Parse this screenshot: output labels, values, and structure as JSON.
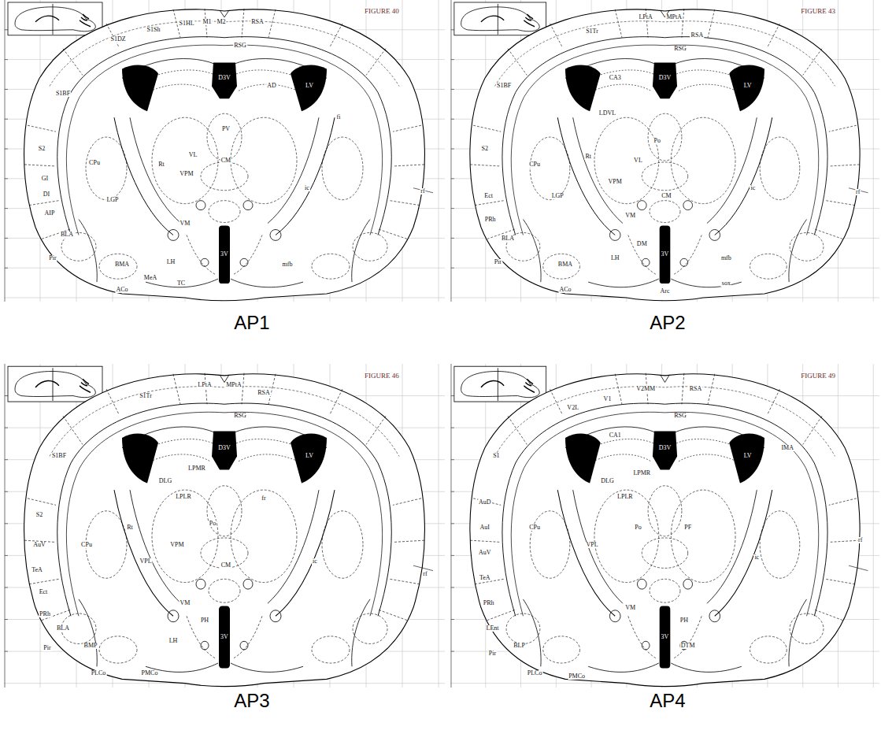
{
  "diagram": {
    "labels": [
      "FIGURE 40",
      "S1DZ",
      "S1Sh",
      "S1HL",
      "M1",
      "M2",
      "RSA",
      "RSG",
      "S1BF",
      "S2",
      "GI",
      "DI",
      "AIP",
      "CPu",
      "LV",
      "D3V",
      "PV",
      "CM",
      "VPM",
      "VL",
      "Rt",
      "LGP",
      "BLA",
      "Pir",
      "VM",
      "LH",
      "3V",
      "TC",
      "BMA",
      "ACo",
      "ic",
      "mfb",
      "rf",
      "AD",
      "fi",
      "MeA",
      "AP1",
      "FIGURE 43",
      "LPtA",
      "MPtA",
      "S1Tr",
      "RSA",
      "RSG",
      "S1BF",
      "S2",
      "Ect",
      "PRh",
      "CPu",
      "LV",
      "D3V",
      "CA3",
      "LDVL",
      "VPM",
      "VL",
      "Po",
      "CM",
      "Rt",
      "LGP",
      "BLA",
      "Pir",
      "BMA",
      "VM",
      "LH",
      "DM",
      "3V",
      "ACo",
      "mfb",
      "ic",
      "rf",
      "Arc",
      "sox",
      "AP2",
      "FIGURE 46",
      "S1Tr",
      "LPtA",
      "MPtA",
      "RSA",
      "RSG",
      "S1BF",
      "S2",
      "AuV",
      "TeA",
      "Ect",
      "PRh",
      "CPu",
      "LV",
      "D3V",
      "DLG",
      "LPLR",
      "LPMR",
      "Po",
      "VPM",
      "VPL",
      "CM",
      "Rt",
      "BLA",
      "Pir",
      "BMP",
      "PLCo",
      "PMCo",
      "VM",
      "LH",
      "PH",
      "3V",
      "ic",
      "rf",
      "fr",
      "AP3",
      "FIGURE 49",
      "V2L",
      "V1",
      "V2MM",
      "RSA",
      "RSG",
      "S1",
      "AuD",
      "AuI",
      "AuV",
      "TeA",
      "PRh",
      "LEnt",
      "CPu",
      "LV",
      "D3V",
      "CA1",
      "DLG",
      "LPLR",
      "LPMR",
      "Po",
      "PF",
      "VPL",
      "VM",
      "PH",
      "DTM",
      "3V",
      "Pir",
      "BLP",
      "PLCo",
      "PMCo",
      "ic",
      "IMA",
      "rf",
      "AP4"
    ]
  }
}
